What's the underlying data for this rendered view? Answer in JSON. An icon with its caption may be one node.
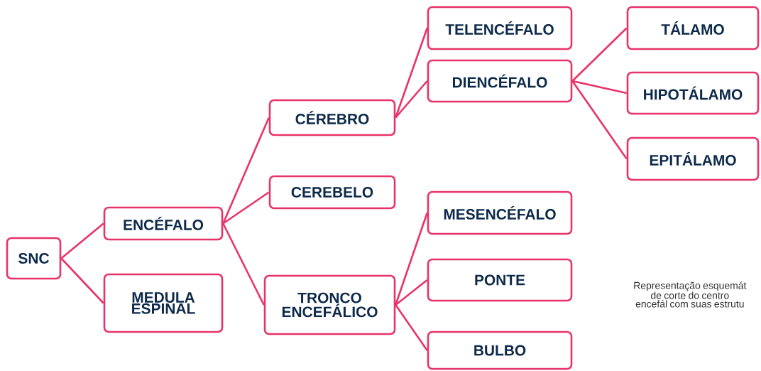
{
  "diagram": {
    "nodes": [
      {
        "text": [
          "SNC"
        ]
      },
      {
        "text": [
          "ENCÉFALO"
        ]
      },
      {
        "text": [
          "MEDULA ESPINAL"
        ]
      },
      {
        "text": [
          "CÉREBRO"
        ]
      },
      {
        "text": [
          "CEREBELO"
        ]
      },
      {
        "text": [
          "TRONCO ENCEFÁLICO"
        ]
      },
      {
        "text": [
          "TELENCÉFALO"
        ]
      },
      {
        "text": [
          "DIENCÉFALO"
        ]
      },
      {
        "text": [
          "MESENCÉFALO"
        ]
      },
      {
        "text": [
          "PONTE"
        ]
      },
      {
        "text": [
          "BULBO"
        ]
      },
      {
        "text": [
          "TÁLAMO"
        ]
      },
      {
        "text": [
          "HIPOTÁLAMO"
        ]
      },
      {
        "text": [
          "EPITÁLAMO"
        ]
      }
    ],
    "edges": [
      {
        "from": 0,
        "to": 1,
        "arrow": "none"
      },
      {
        "from": 0,
        "to": 2,
        "arrow": "none"
      },
      {
        "from": 1,
        "to": 3,
        "arrow": "none"
      },
      {
        "from": 1,
        "to": 4,
        "arrow": "none"
      },
      {
        "from": 1,
        "to": 5,
        "arrow": "none"
      },
      {
        "from": 3,
        "to": 6,
        "arrow": "none"
      },
      {
        "from": 3,
        "to": 7,
        "arrow": "none"
      },
      {
        "from": 5,
        "to": 8,
        "arrow": "none"
      },
      {
        "from": 5,
        "to": 9,
        "arrow": "none"
      },
      {
        "from": 5,
        "to": 10,
        "arrow": "none"
      },
      {
        "from": 7,
        "to": 11,
        "arrow": "none"
      },
      {
        "from": 7,
        "to": 12,
        "arrow": "none"
      },
      {
        "from": 7,
        "to": 13,
        "arrow": "none"
      }
    ],
    "labels": [
      "Representação esquemát de corte do centro encefál com suas estrutu"
    ]
  }
}
